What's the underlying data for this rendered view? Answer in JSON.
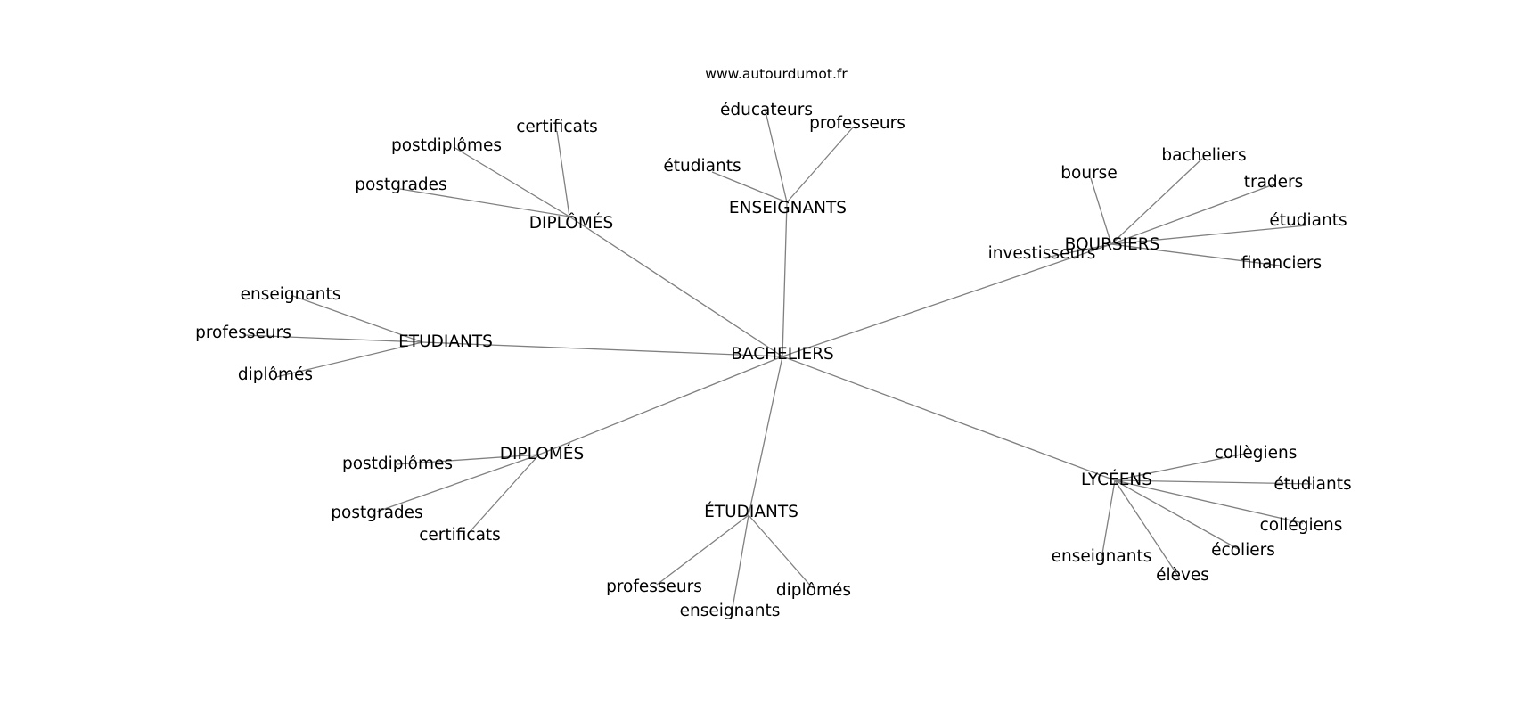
{
  "header": {
    "watermark": "www.autourdumot.fr"
  },
  "graph": {
    "root": "BACHELIERS",
    "groups": [
      {
        "id": "g1",
        "label": "DIPLÔMÉS",
        "children": [
          "certificats",
          "postdiplômes",
          "postgrades"
        ]
      },
      {
        "id": "g2",
        "label": "ENSEIGNANTS",
        "children": [
          "éducateurs",
          "professeurs",
          "étudiants"
        ]
      },
      {
        "id": "g3",
        "label": "BOURSIERS",
        "children": [
          "bourse",
          "bacheliers",
          "traders",
          "étudiants",
          "financiers",
          "investisseurs"
        ]
      },
      {
        "id": "g4",
        "label": "ETUDIANTS",
        "children": [
          "enseignants",
          "professeurs",
          "diplômés"
        ]
      },
      {
        "id": "g5",
        "label": "DIPLOMÉS",
        "children": [
          "postdiplômes",
          "postgrades",
          "certificats"
        ]
      },
      {
        "id": "g6",
        "label": "ÉTUDIANTS",
        "children": [
          "professeurs",
          "enseignants",
          "diplômés"
        ]
      },
      {
        "id": "g7",
        "label": "LYCÉENS",
        "children": [
          "collègiens",
          "étudiants",
          "collégiens",
          "écoliers",
          "élèves",
          "enseignants"
        ]
      }
    ]
  }
}
